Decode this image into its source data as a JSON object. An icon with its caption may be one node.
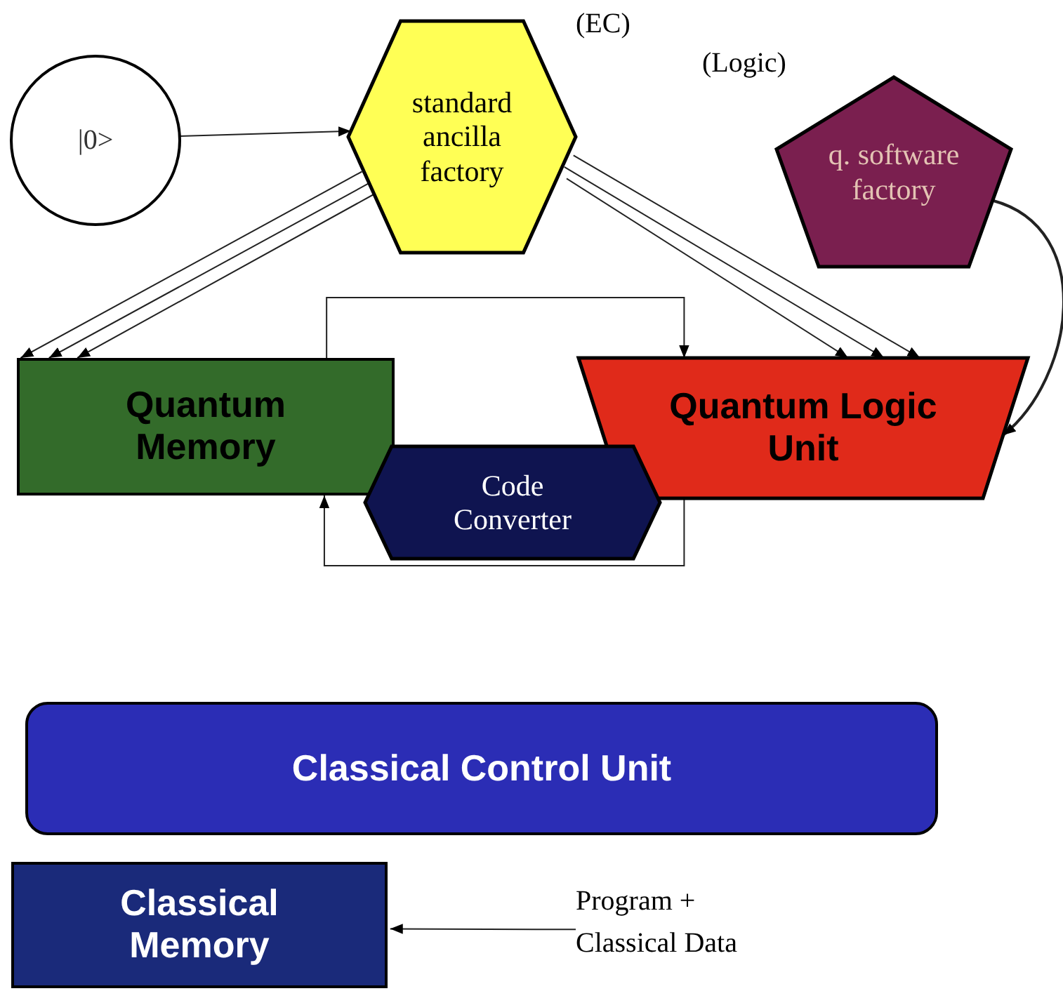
{
  "diagram": {
    "nodes": [
      {
        "text": [
          "|0>"
        ]
      },
      {
        "text": [
          "standard ancilla factory"
        ],
        "beside": [
          "(EC)"
        ]
      },
      {
        "text": [
          "q. software factory"
        ],
        "beside": [
          "(Logic)"
        ]
      },
      {
        "text": [
          "Quantum Memory"
        ]
      },
      {
        "text": [
          "Quantum Logic Unit"
        ]
      },
      {
        "text": [
          "Code Converter"
        ]
      },
      {
        "text": [
          "Classical Control Unit"
        ]
      },
      {
        "text": [
          "Classical Memory"
        ]
      },
      {
        "text": [
          "Program + Classical Data"
        ]
      }
    ],
    "edges": [
      {
        "from": 0,
        "to": 1,
        "arrow": "to"
      },
      {
        "from": 1,
        "to": 3,
        "arrow": "to"
      },
      {
        "from": 1,
        "to": 3,
        "arrow": "to"
      },
      {
        "from": 1,
        "to": 3,
        "arrow": "to"
      },
      {
        "from": 1,
        "to": 4,
        "arrow": "to"
      },
      {
        "from": 1,
        "to": 4,
        "arrow": "to"
      },
      {
        "from": 1,
        "to": 4,
        "arrow": "to"
      },
      {
        "from": 2,
        "to": 4,
        "arrow": "to"
      },
      {
        "from": 3,
        "to": 4,
        "arrow": "to"
      },
      {
        "from": 4,
        "to": 3,
        "arrow": "to"
      },
      {
        "from": 8,
        "to": 7,
        "arrow": "to"
      }
    ]
  }
}
